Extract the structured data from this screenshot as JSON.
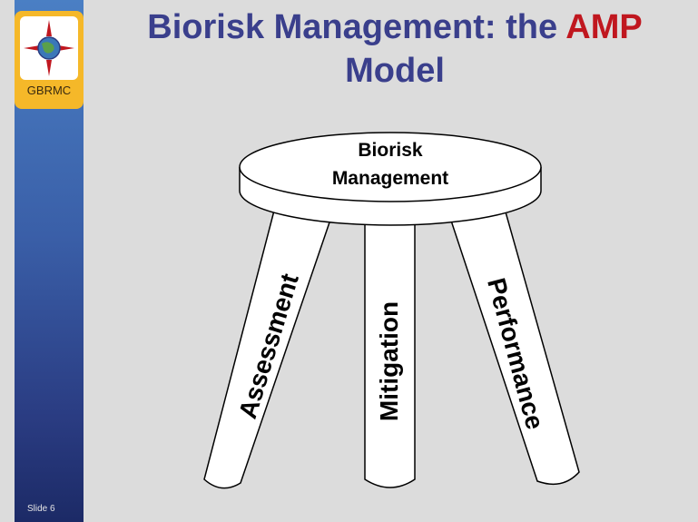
{
  "title": {
    "line1_prefix": "Biorisk Management: the ",
    "line1_accent": "AMP",
    "line2": "Model"
  },
  "logo": {
    "text": "GBRMC",
    "icon": "compass-globe-icon"
  },
  "slide_number": "Slide 6",
  "diagram": {
    "seat_line1": "Biorisk",
    "seat_line2": "Management",
    "legs": [
      "Assessment",
      "Mitigation",
      "Performance"
    ]
  },
  "colors": {
    "title": "#3a3f8c",
    "accent": "#c0171f",
    "logo_frame": "#f5b829",
    "background": "#dcdcdc"
  }
}
